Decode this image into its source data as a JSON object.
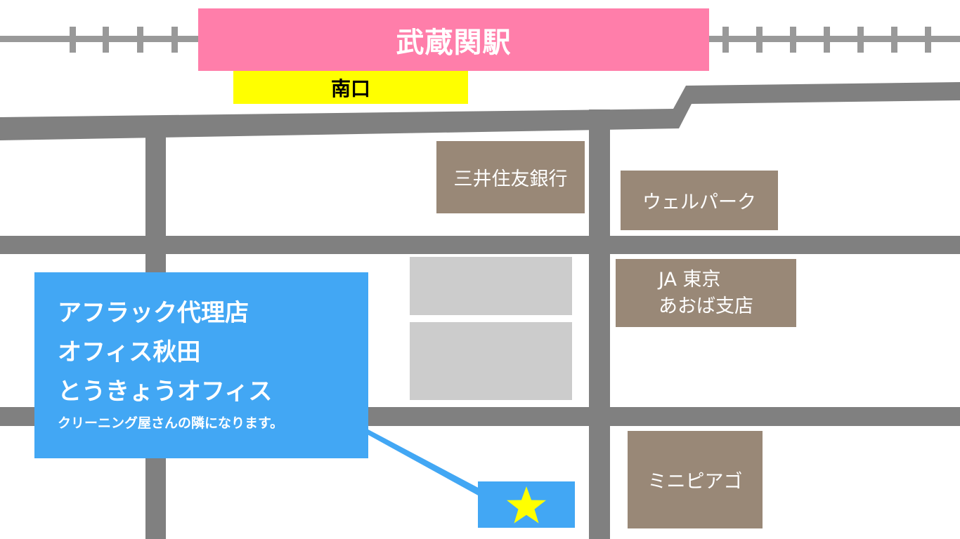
{
  "station": {
    "name": "武蔵関駅",
    "exit": "南口"
  },
  "landmarks": {
    "smbc": "三井住友銀行",
    "wellpark": "ウェルパーク",
    "ja_line1": "JA 東京",
    "ja_line2": "あおば支店",
    "ministop": "ミニピアゴ"
  },
  "callout": {
    "line1": "アフラック代理店",
    "line2": "オフィス秋田",
    "line3": "とうきょうオフィス",
    "note": "クリーニング屋さんの隣になります。"
  },
  "colors": {
    "station": "#ff7eaa",
    "exit": "#ffff00",
    "road": "#808080",
    "building": "#998877",
    "block": "#cccccc",
    "callout": "#42a7f4",
    "star": "#ffff00"
  },
  "icons": {
    "destination": "star-icon"
  }
}
